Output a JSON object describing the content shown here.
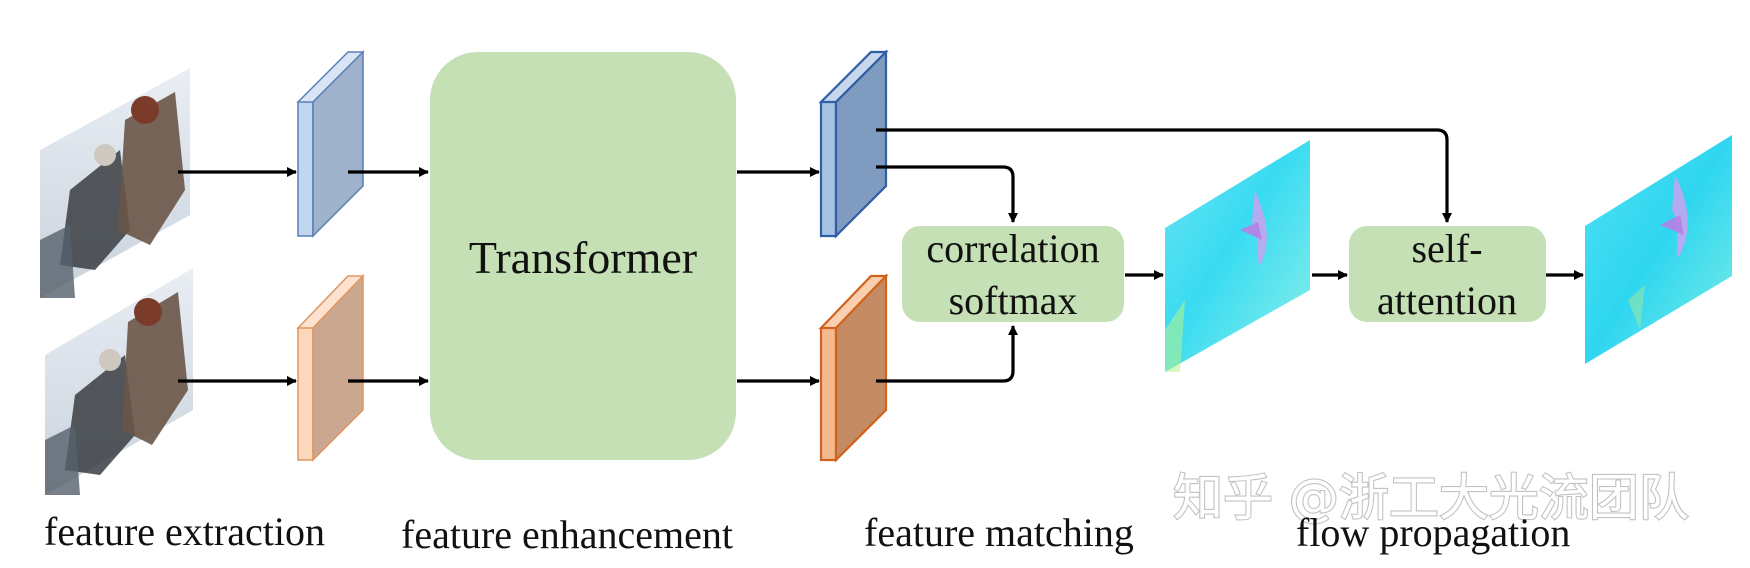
{
  "stages": {
    "extraction": "feature extraction",
    "enhancement": "feature enhancement",
    "matching": "feature matching",
    "propagation": "flow propagation"
  },
  "blocks": {
    "transformer": "Transformer",
    "correlation_line1": "correlation",
    "correlation_line2": "softmax",
    "attention_line1": "self-",
    "attention_line2": "attention"
  },
  "watermark": "知乎 @浙工大光流团队",
  "colors": {
    "block_green": "#c5e0b4",
    "feature_blue_light": "#a9c2e3",
    "feature_blue_dark": "#7f9bbf",
    "feature_orange_light": "#f7c6a4",
    "feature_orange_dark": "#c48a63",
    "arrow": "#000000"
  }
}
